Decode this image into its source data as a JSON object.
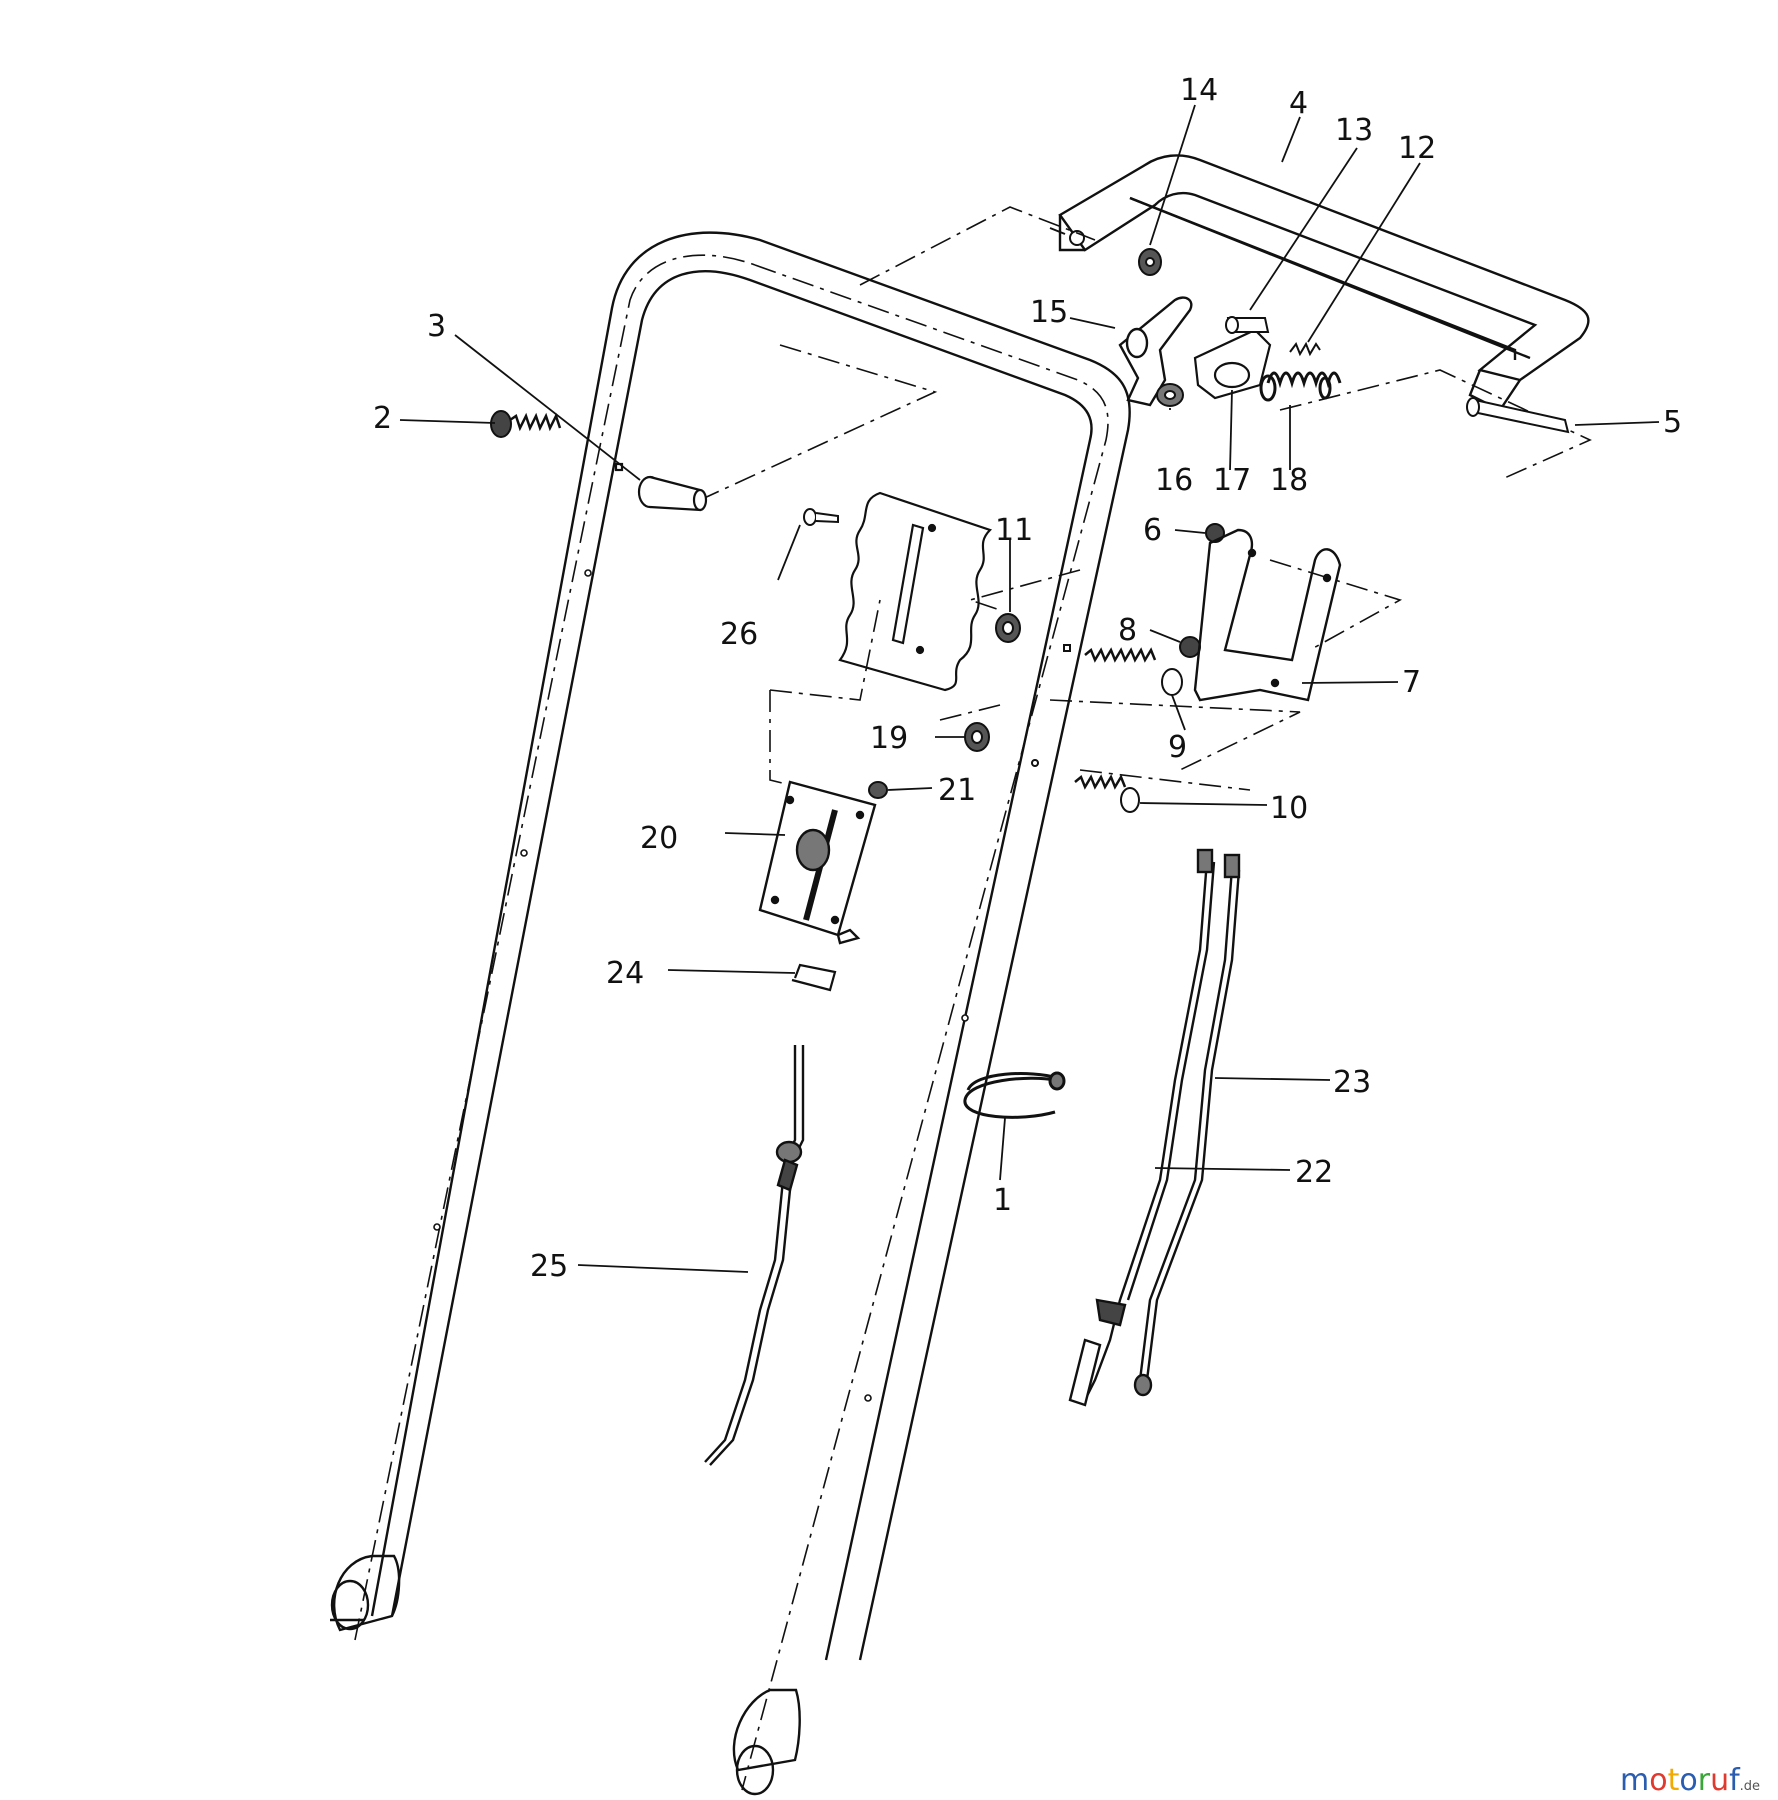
{
  "diagram": {
    "part_labels": {
      "p1": "1",
      "p2": "2",
      "p3": "3",
      "p4": "4",
      "p5": "5",
      "p6": "6",
      "p7": "7",
      "p8": "8",
      "p9": "9",
      "p10": "10",
      "p11": "11",
      "p12": "12",
      "p13": "13",
      "p14": "14",
      "p15": "15",
      "p16": "16",
      "p17": "17",
      "p18": "18",
      "p19": "19",
      "p20": "20",
      "p21": "21",
      "p22": "22",
      "p23": "23",
      "p24": "24",
      "p25": "25",
      "p26": "26"
    }
  },
  "watermark": {
    "parts": [
      "m",
      "o",
      "t",
      "o",
      "r",
      "u",
      "f"
    ],
    "colors": [
      "#2a5db0",
      "#e03a2f",
      "#f2a900",
      "#2a5db0",
      "#3aa63a",
      "#e03a2f",
      "#2a5db0"
    ],
    "suffix": ".de"
  }
}
